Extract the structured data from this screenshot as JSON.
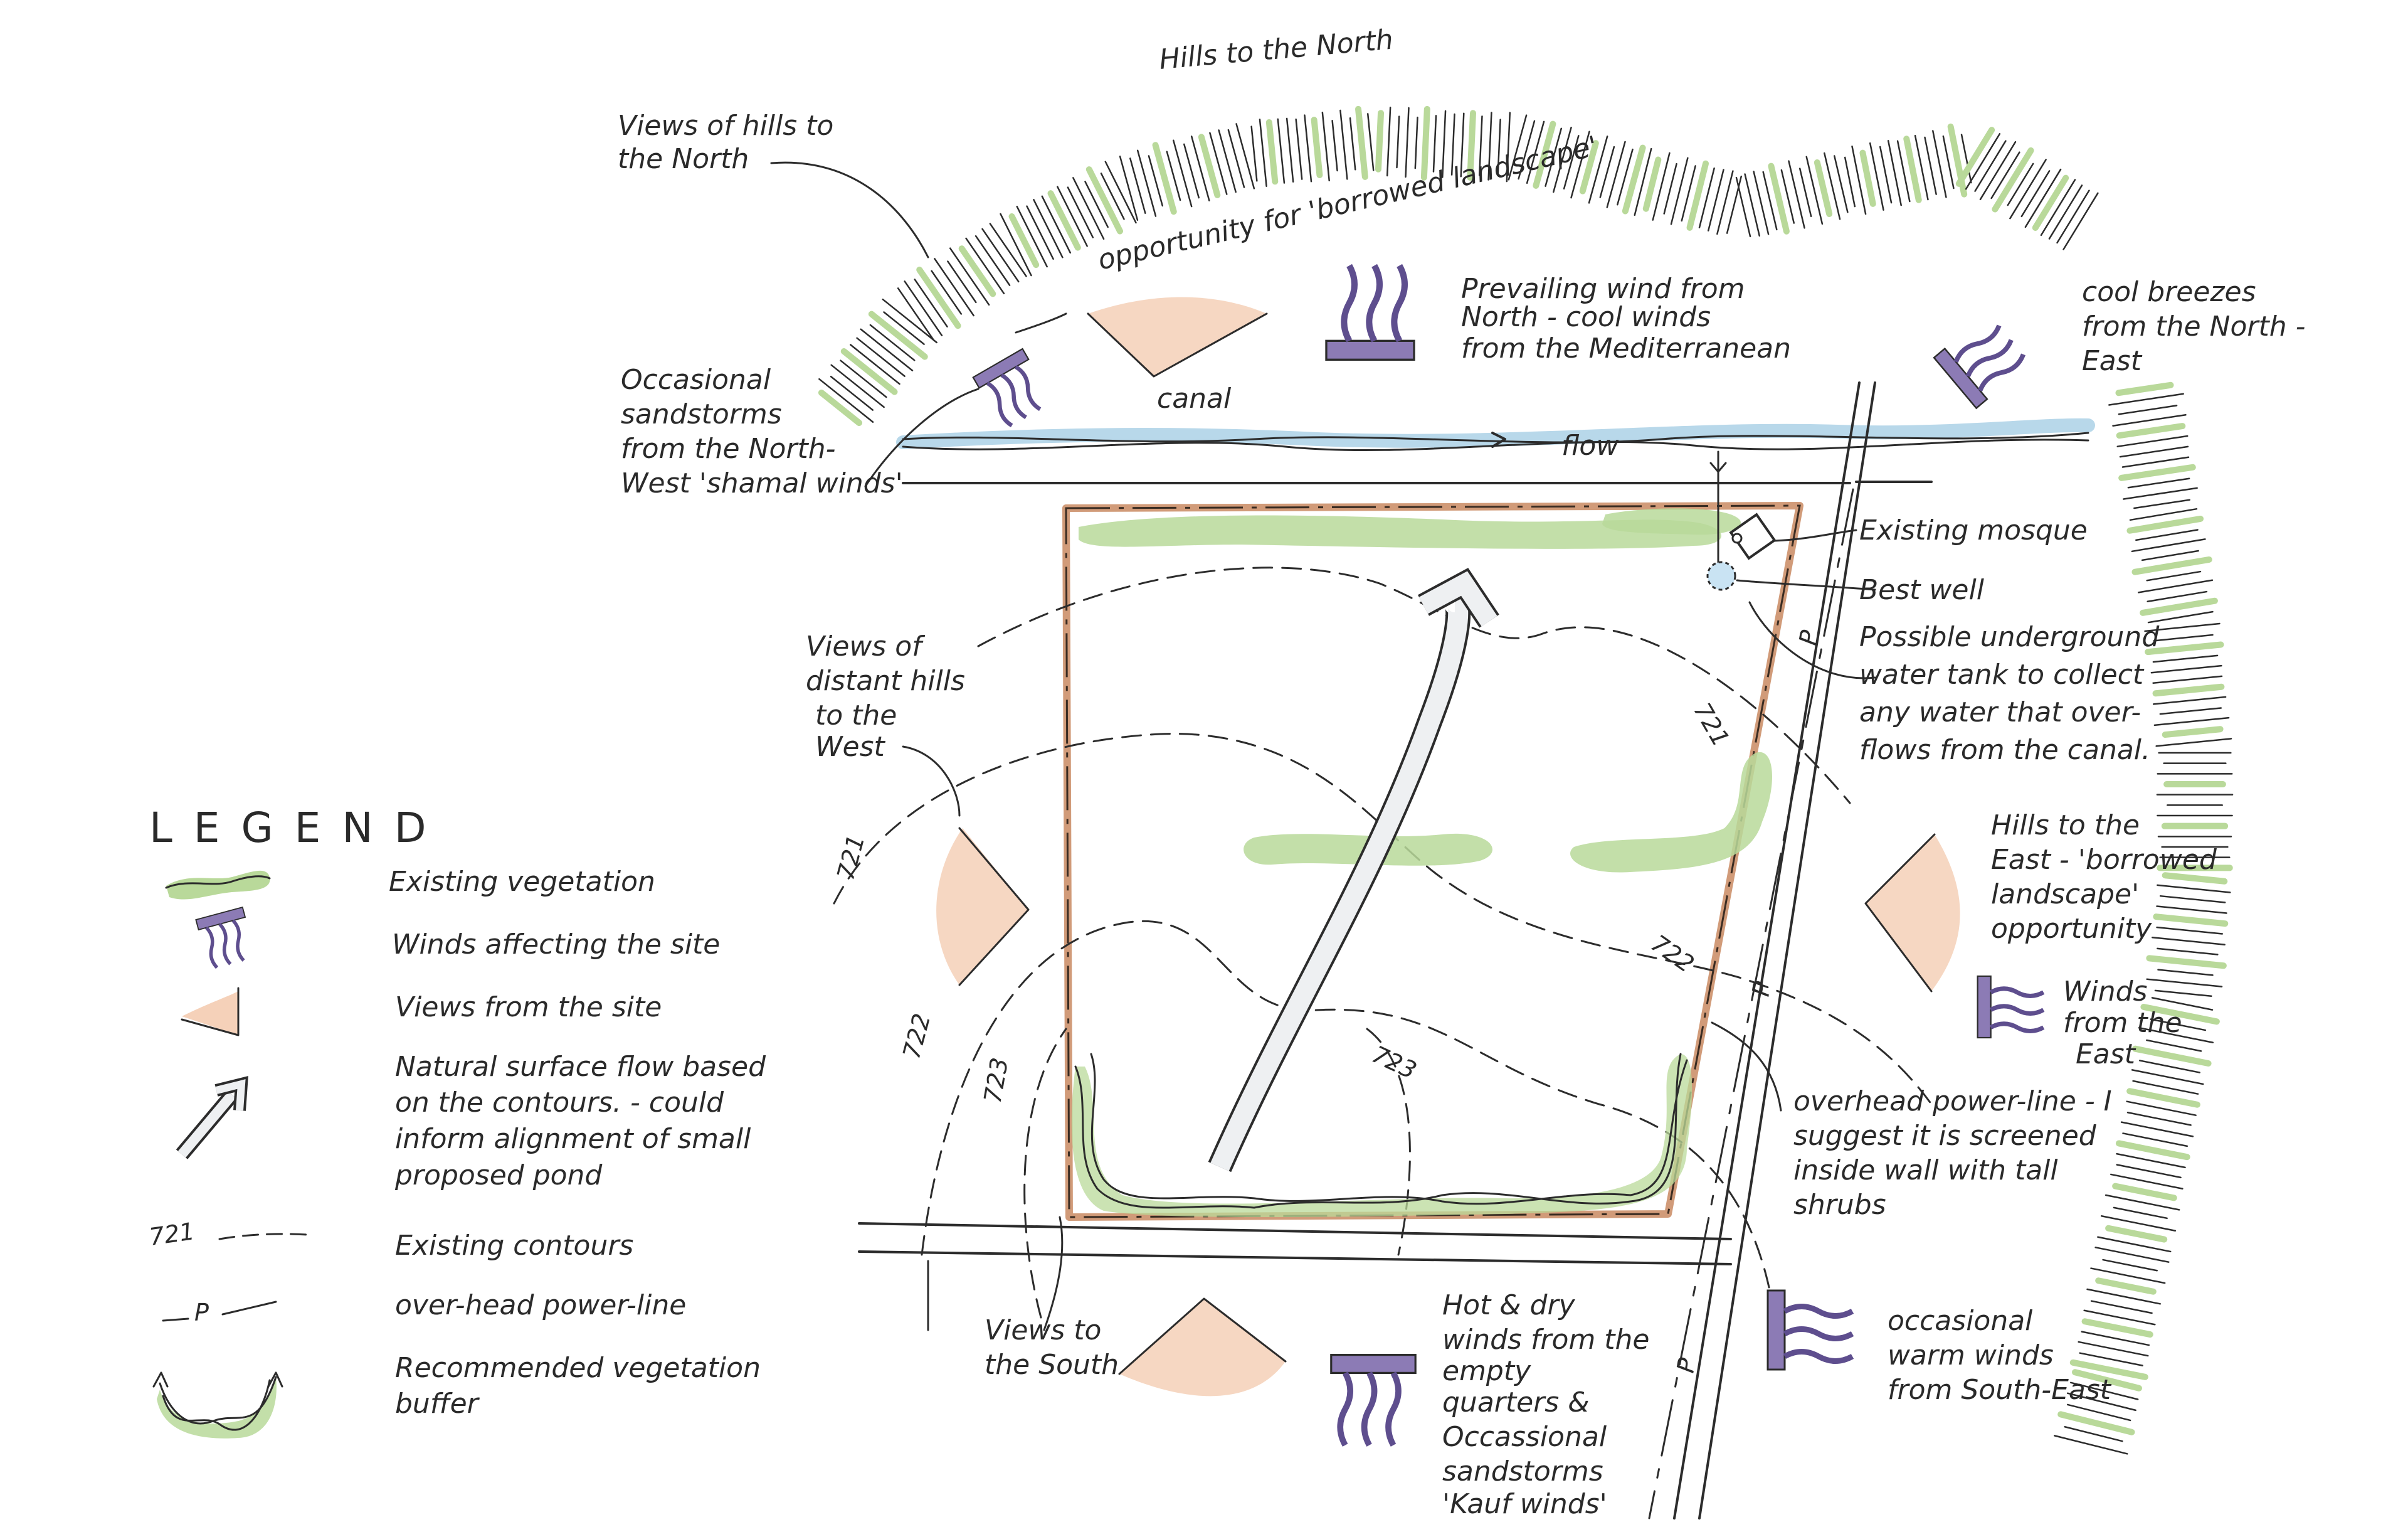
{
  "colors": {
    "vegetation": "#b9d99a",
    "wind": "#8c7bb5",
    "view": "#f3c9ad",
    "boundary": "#c98a62",
    "canal": "#b8d8ea",
    "ink": "#2c2c2c",
    "well": "#c9e3f3"
  },
  "annotations": {
    "hills_north": "Hills to the North",
    "views_hills_north": [
      "Views of hills to",
      "the North"
    ],
    "borrowed_landscape": "opportunity for 'borrowed landscape'",
    "prevailing_wind": [
      "Prevailing wind from",
      "North - cool winds",
      "from the Mediterranean"
    ],
    "cool_breezes": [
      "cool breezes",
      "from the North -",
      "East"
    ],
    "sandstorms_nw": [
      "Occasional",
      "sandstorms",
      "from the North-",
      "West 'shamal winds'"
    ],
    "canal": "canal",
    "flow": "flow",
    "existing_mosque": "Existing mosque",
    "best_well": "Best well",
    "underground_tank": [
      "Possible underground",
      "water tank to collect",
      "any water that over-",
      "flows from the canal."
    ],
    "views_west": [
      "Views of",
      "distant hills",
      "to the",
      "West"
    ],
    "hills_east": [
      "Hills to the",
      "East - 'borrowed",
      "landscape'",
      "opportunity"
    ],
    "winds_east": [
      "Winds",
      "from the",
      "East"
    ],
    "power_line_note": [
      "overhead power-line - I",
      "suggest it is screened",
      "inside wall with tall",
      "shrubs"
    ],
    "views_south": [
      "Views to",
      "the South"
    ],
    "hot_dry_winds": [
      "Hot & dry",
      "winds from the",
      "empty",
      "quarters &",
      "Occassional",
      "sandstorms",
      "'Kauf winds'"
    ],
    "warm_winds_se": [
      "occasional",
      "warm winds",
      "from South-East"
    ],
    "contour_721_a": "721",
    "contour_721_b": "721",
    "contour_722_a": "722",
    "contour_722_b": "722",
    "contour_723_a": "723",
    "contour_723_b": "723",
    "power_p": "P"
  },
  "legend": {
    "title": "LEGEND",
    "items": [
      {
        "label": "Existing vegetation"
      },
      {
        "label": "Winds affecting the site"
      },
      {
        "label": "Views from the site"
      },
      {
        "label": [
          "Natural surface flow based",
          "on the contours. - could",
          "inform alignment of small",
          "proposed pond"
        ]
      },
      {
        "label": "Existing contours",
        "symbol_text": "721"
      },
      {
        "label": "over-head power-line",
        "symbol_text": "P"
      },
      {
        "label": [
          "Recommended vegetation",
          "buffer"
        ]
      }
    ]
  }
}
